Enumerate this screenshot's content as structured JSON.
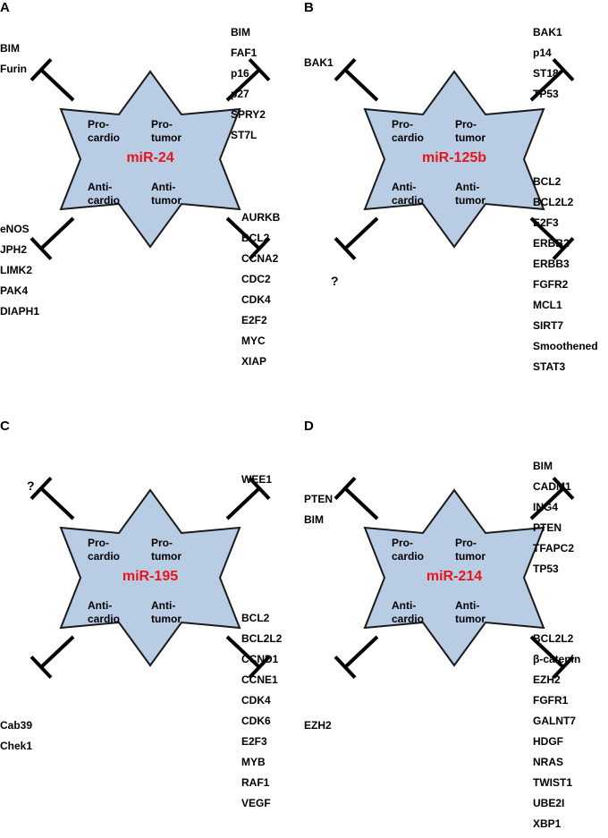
{
  "panels": [
    {
      "label": "A",
      "mirna": "miR-24",
      "quadrants": {
        "tl": [
          "Pro-",
          "cardio"
        ],
        "tr": [
          "Pro-",
          "tumor"
        ],
        "bl": [
          "Anti-",
          "cardio"
        ],
        "br": [
          "Anti-",
          "tumor"
        ]
      },
      "genes": {
        "tl": [
          "BIM",
          "Furin"
        ],
        "tr": [
          "BIM",
          "FAF1",
          "p16",
          "p27",
          "SPRY2",
          "ST7L"
        ],
        "bl": [
          "eNOS",
          "JPH2",
          "LIMK2",
          "PAK4",
          "DIAPH1"
        ],
        "br": [
          "AURKB",
          "BCL2",
          "CCNA2",
          "CDC2",
          "CDK4",
          "E2F2",
          "MYC",
          "XIAP"
        ]
      },
      "question": {
        "tl": "",
        "bl": ""
      }
    },
    {
      "label": "B",
      "mirna": "miR-125b",
      "quadrants": {
        "tl": [
          "Pro-",
          "cardio"
        ],
        "tr": [
          "Pro-",
          "tumor"
        ],
        "bl": [
          "Anti-",
          "cardio"
        ],
        "br": [
          "Anti-",
          "tumor"
        ]
      },
      "genes": {
        "tl": [
          "BAK1"
        ],
        "tr": [
          "BAK1",
          "p14",
          "ST18",
          "TP53"
        ],
        "bl": [],
        "br": [
          "BCL2",
          "BCL2L2",
          "E2F3",
          "ERBB2",
          "ERBB3",
          "FGFR2",
          "MCL1",
          "SIRT7",
          "Smoothened",
          "STAT3"
        ]
      },
      "question": {
        "tl": "",
        "bl": "?"
      }
    },
    {
      "label": "C",
      "mirna": "miR-195",
      "quadrants": {
        "tl": [
          "Pro-",
          "cardio"
        ],
        "tr": [
          "Pro-",
          "tumor"
        ],
        "bl": [
          "Anti-",
          "cardio"
        ],
        "br": [
          "Anti-",
          "tumor"
        ]
      },
      "genes": {
        "tl": [],
        "tr": [
          "WEE1"
        ],
        "bl": [
          "Cab39",
          "Chek1"
        ],
        "br": [
          "BCL2",
          "BCL2L2",
          "CCND1",
          "CCNE1",
          "CDK4",
          "CDK6",
          "E2F3",
          "MYB",
          "RAF1",
          "VEGF"
        ]
      },
      "question": {
        "tl": "?",
        "bl": ""
      }
    },
    {
      "label": "D",
      "mirna": "miR-214",
      "quadrants": {
        "tl": [
          "Pro-",
          "cardio"
        ],
        "tr": [
          "Pro-",
          "tumor"
        ],
        "bl": [
          "Anti-",
          "cardio"
        ],
        "br": [
          "Anti-",
          "tumor"
        ]
      },
      "genes": {
        "tl": [
          "PTEN",
          "BIM"
        ],
        "tr": [
          "BIM",
          "CADM1",
          "ING4",
          "PTEN",
          "TFAPC2",
          "TP53"
        ],
        "bl": [
          "EZH2"
        ],
        "br": [
          "BCL2L2",
          "β-catenin",
          "EZH2",
          "FGFR1",
          "GALNT7",
          "HDGF",
          "NRAS",
          "TWIST1",
          "UBE2I",
          "XBP1"
        ]
      },
      "question": {
        "tl": "",
        "bl": ""
      }
    }
  ],
  "colors": {
    "star_fill": "#b8cce4",
    "star_stroke": "#1a1a1a",
    "mirna_text": "#e8141b",
    "inhibitor": "#000000"
  }
}
